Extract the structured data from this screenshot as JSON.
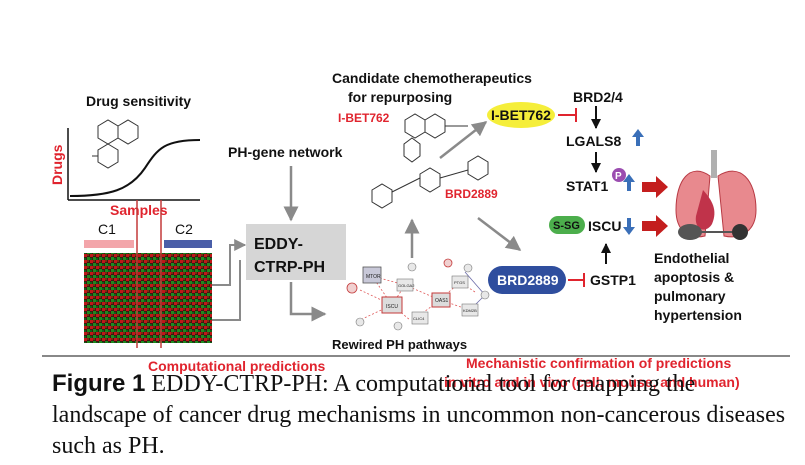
{
  "figure": {
    "drug_sensitivity": "Drug sensitivity",
    "axis_drugs": "Drugs",
    "axis_samples": "Samples",
    "class_c1": "C1",
    "class_c2": "C2",
    "ph_gene_network": "PH-gene network",
    "eddy_line1": "EDDY-",
    "eddy_line2": "CTRP-PH",
    "rewired": "Rewired PH pathways",
    "candidate_line1": "Candidate chemotherapeutics",
    "candidate_line2": "for repurposing",
    "drug1_red": "I-BET762",
    "drug1_box": "I-BET762",
    "drug2_red": "BRD2889",
    "drug2_box": "BRD2889",
    "gene_brd": "BRD2/4",
    "gene_lgals8": "LGALS8",
    "gene_stat1": "STAT1",
    "phospho": "P",
    "gene_ssg": "S-SG",
    "gene_iscu": "ISCU",
    "gene_gstp1": "GSTP1",
    "outcome_line1": "Endothelial",
    "outcome_line2": "apoptosis &",
    "outcome_line3": "pulmonary",
    "outcome_line4": "hypertension",
    "computational_predictions": "Computational predictions",
    "mech_line1": "Mechanistic confirmation of predictions",
    "mech_line2": "in vitro and in vivo (cell, mouse, and human)",
    "network_nodes": [
      "MTOR",
      "ISCU",
      "GOLGA2",
      "OAS1",
      "PTGS",
      "KDM2B",
      "CLIC4"
    ]
  },
  "caption": {
    "label": "Figure 1",
    "text": " EDDY-CTRP-PH: A computational tool for mapping the landscape of cancer drug mechanisms in uncommon non-cancerous diseases such as PH."
  },
  "colors": {
    "red": "#e0242e",
    "blue_node": "#2f4e9e",
    "yellow": "#f5ee3a",
    "green_ssg": "#4cae4c",
    "arrow_red": "#c41e1e",
    "arrow_blue": "#3a6fb8",
    "gray_box": "#d6d6d6"
  }
}
